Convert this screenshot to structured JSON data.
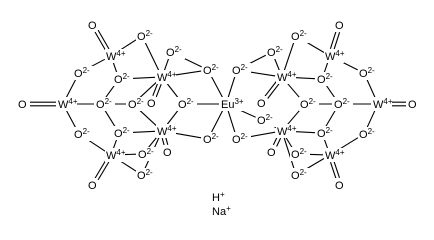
{
  "structure": {
    "atoms": [
      {
        "id": "EU",
        "symbol": "Eu",
        "charge": "3+"
      },
      {
        "id": "W1",
        "symbol": "W",
        "charge": "4+"
      },
      {
        "id": "W2",
        "symbol": "W",
        "charge": "4+"
      },
      {
        "id": "W3",
        "symbol": "W",
        "charge": "4+"
      },
      {
        "id": "W4",
        "symbol": "W",
        "charge": "4+"
      },
      {
        "id": "W5",
        "symbol": "W",
        "charge": "4+"
      },
      {
        "id": "W6",
        "symbol": "W",
        "charge": "4+"
      },
      {
        "id": "W7",
        "symbol": "W",
        "charge": "4+"
      },
      {
        "id": "W8",
        "symbol": "W",
        "charge": "4+"
      },
      {
        "id": "W9",
        "symbol": "W",
        "charge": "4+"
      },
      {
        "id": "W10",
        "symbol": "W",
        "charge": "4+"
      },
      {
        "id": "O_t1",
        "symbol": "O",
        "charge": ""
      },
      {
        "id": "O_t2",
        "symbol": "O",
        "charge": ""
      },
      {
        "id": "O_t3",
        "symbol": "O",
        "charge": ""
      },
      {
        "id": "O_t4",
        "symbol": "O",
        "charge": ""
      },
      {
        "id": "O_t5",
        "symbol": "O",
        "charge": ""
      },
      {
        "id": "O_l1",
        "symbol": "O",
        "charge": "2-"
      },
      {
        "id": "O_l2",
        "symbol": "O",
        "charge": "2-"
      },
      {
        "id": "O_l3",
        "symbol": "O",
        "charge": "2-"
      },
      {
        "id": "O_l4",
        "symbol": "O",
        "charge": "2-"
      },
      {
        "id": "O_l5",
        "symbol": "O",
        "charge": "2-"
      },
      {
        "id": "O_l6",
        "symbol": "O",
        "charge": "2-"
      },
      {
        "id": "O_l7",
        "symbol": "O",
        "charge": "2-"
      },
      {
        "id": "O_l8",
        "symbol": "O",
        "charge": "2-"
      },
      {
        "id": "O_l9",
        "symbol": "O",
        "charge": "2-"
      },
      {
        "id": "O_l10",
        "symbol": "O",
        "charge": "2-"
      },
      {
        "id": "O_l11",
        "symbol": "O",
        "charge": "2-"
      },
      {
        "id": "O_l12",
        "symbol": "O",
        "charge": "2-"
      },
      {
        "id": "O_l13",
        "symbol": "O",
        "charge": "2-"
      },
      {
        "id": "O_t6",
        "symbol": "O",
        "charge": ""
      },
      {
        "id": "O_t7",
        "symbol": "O",
        "charge": ""
      },
      {
        "id": "O_t8",
        "symbol": "O",
        "charge": ""
      },
      {
        "id": "O_t9",
        "symbol": "O",
        "charge": ""
      },
      {
        "id": "O_t10",
        "symbol": "O",
        "charge": ""
      },
      {
        "id": "O_r1",
        "symbol": "O",
        "charge": "2-"
      },
      {
        "id": "O_r2",
        "symbol": "O",
        "charge": "2-"
      },
      {
        "id": "O_r3",
        "symbol": "O",
        "charge": "2-"
      },
      {
        "id": "O_r4",
        "symbol": "O",
        "charge": "2-"
      },
      {
        "id": "O_r5",
        "symbol": "O",
        "charge": "2-"
      },
      {
        "id": "O_r6",
        "symbol": "O",
        "charge": "2-"
      },
      {
        "id": "O_r7",
        "symbol": "O",
        "charge": "2-"
      },
      {
        "id": "O_r8",
        "symbol": "O",
        "charge": "2-"
      },
      {
        "id": "O_r9",
        "symbol": "O",
        "charge": "2-"
      },
      {
        "id": "O_r10",
        "symbol": "O",
        "charge": "2-"
      },
      {
        "id": "O_r11",
        "symbol": "O",
        "charge": "2-"
      },
      {
        "id": "O_r12",
        "symbol": "O",
        "charge": "2-"
      },
      {
        "id": "O_r13",
        "symbol": "O",
        "charge": "2-"
      }
    ],
    "counterions": [
      {
        "symbol": "H",
        "charge": "+"
      },
      {
        "symbol": "Na",
        "charge": "+"
      }
    ]
  }
}
